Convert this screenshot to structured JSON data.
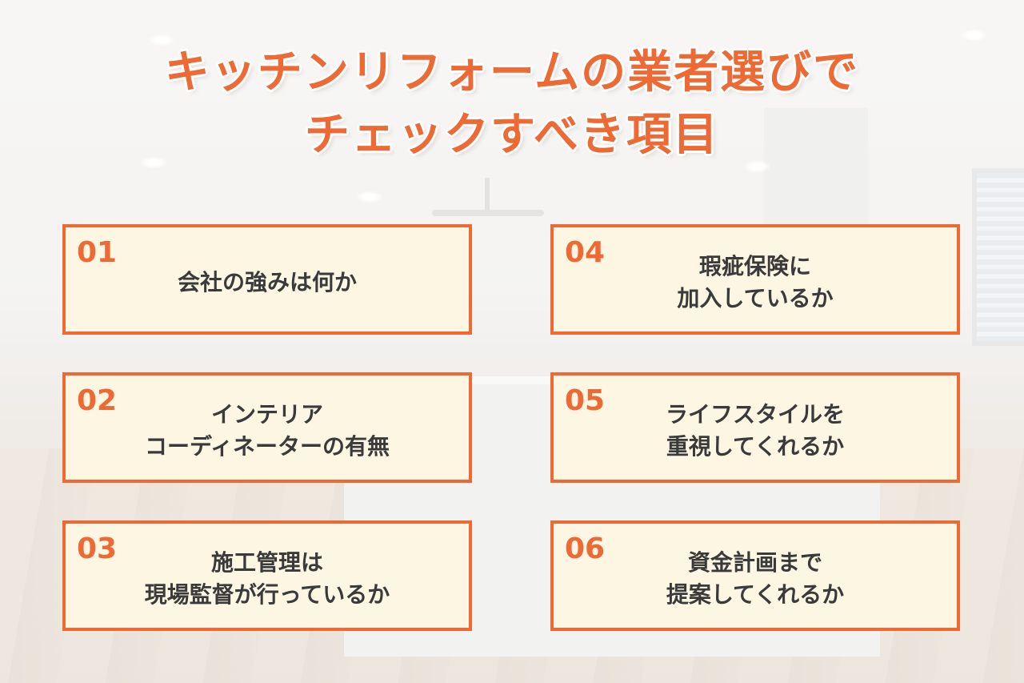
{
  "title": {
    "line1": "キッチンリフォームの業者選びで",
    "line2": "チェックすべき項目"
  },
  "items": [
    {
      "num": "01",
      "lines": [
        "会社の強みは何か"
      ]
    },
    {
      "num": "02",
      "lines": [
        "インテリア",
        "コーディネーターの有無"
      ]
    },
    {
      "num": "03",
      "lines": [
        "施工管理は",
        "現場監督が行っているか"
      ]
    },
    {
      "num": "04",
      "lines": [
        "瑕疵保険に",
        "加入しているか"
      ]
    },
    {
      "num": "05",
      "lines": [
        "ライフスタイルを",
        "重視してくれるか"
      ]
    },
    {
      "num": "06",
      "lines": [
        "資金計画まで",
        "提案してくれるか"
      ]
    }
  ],
  "colors": {
    "accent": "#ee6a35",
    "card_background": "#fdf6e3",
    "text": "#3a3a3a"
  }
}
